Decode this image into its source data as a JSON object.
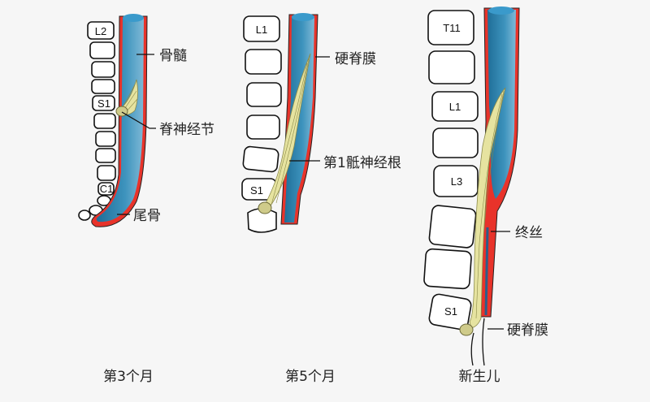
{
  "panels": [
    {
      "caption": "第3个月",
      "vertebra_labels": [
        "L2",
        "S1",
        "C1"
      ],
      "labels": {
        "cord": "骨髓",
        "ganglion": "脊神经节",
        "coccyx": "尾骨"
      }
    },
    {
      "caption": "第5个月",
      "vertebra_labels": [
        "L1",
        "S1"
      ],
      "labels": {
        "dura": "硬脊膜",
        "root": "第1骶神经根"
      }
    },
    {
      "caption": "新生儿",
      "vertebra_labels": [
        "T11",
        "L1",
        "L3",
        "S1"
      ],
      "labels": {
        "filum": "终丝",
        "dura": "硬脊膜"
      }
    }
  ],
  "colors": {
    "cord": "#2a7ea8",
    "dura": "#e8332a",
    "nerve": "#e6e3a0",
    "background": "#f6f6f6"
  }
}
